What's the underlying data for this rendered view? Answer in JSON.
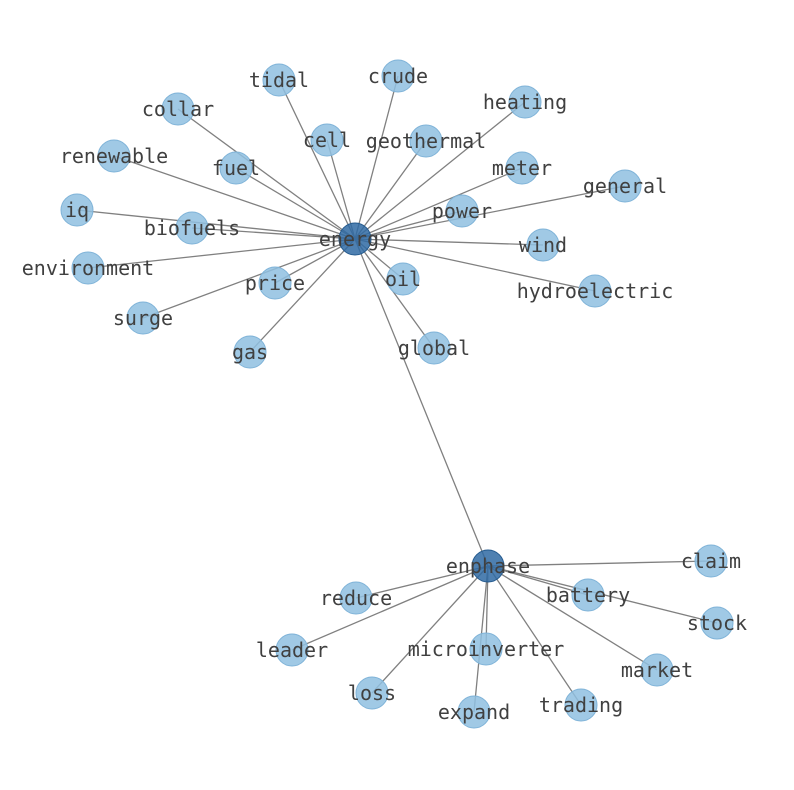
{
  "colors": {
    "hub": "#2f6aa3",
    "leaf": "#8fbfe0",
    "edge": "#808080",
    "label": "#404040"
  },
  "hubs": [
    "energy",
    "enphase"
  ],
  "nodes": [
    {
      "id": "energy",
      "label": "energy",
      "type": "hub"
    },
    {
      "id": "enphase",
      "label": "enphase",
      "type": "hub"
    },
    {
      "id": "crude",
      "label": "crude",
      "type": "leaf"
    },
    {
      "id": "tidal",
      "label": "tidal",
      "type": "leaf"
    },
    {
      "id": "heating",
      "label": "heating",
      "type": "leaf"
    },
    {
      "id": "collar",
      "label": "collar",
      "type": "leaf"
    },
    {
      "id": "cell",
      "label": "cell",
      "type": "leaf"
    },
    {
      "id": "geothermal",
      "label": "geothermal",
      "type": "leaf"
    },
    {
      "id": "renewable",
      "label": "renewable",
      "type": "leaf"
    },
    {
      "id": "fuel",
      "label": "fuel",
      "type": "leaf"
    },
    {
      "id": "meter",
      "label": "meter",
      "type": "leaf"
    },
    {
      "id": "general",
      "label": "general",
      "type": "leaf"
    },
    {
      "id": "iq",
      "label": "iq",
      "type": "leaf"
    },
    {
      "id": "power",
      "label": "power",
      "type": "leaf"
    },
    {
      "id": "biofuels",
      "label": "biofuels",
      "type": "leaf"
    },
    {
      "id": "wind",
      "label": "wind",
      "type": "leaf"
    },
    {
      "id": "environment",
      "label": "environment",
      "type": "leaf"
    },
    {
      "id": "oil",
      "label": "oil",
      "type": "leaf"
    },
    {
      "id": "price",
      "label": "price",
      "type": "leaf"
    },
    {
      "id": "hydroelectric",
      "label": "hydroelectric",
      "type": "leaf"
    },
    {
      "id": "surge",
      "label": "surge",
      "type": "leaf"
    },
    {
      "id": "gas",
      "label": "gas",
      "type": "leaf"
    },
    {
      "id": "global",
      "label": "global",
      "type": "leaf"
    },
    {
      "id": "claim",
      "label": "claim",
      "type": "leaf"
    },
    {
      "id": "reduce",
      "label": "reduce",
      "type": "leaf"
    },
    {
      "id": "battery",
      "label": "battery",
      "type": "leaf"
    },
    {
      "id": "stock",
      "label": "stock",
      "type": "leaf"
    },
    {
      "id": "leader",
      "label": "leader",
      "type": "leaf"
    },
    {
      "id": "microinverter",
      "label": "microinverter",
      "type": "leaf"
    },
    {
      "id": "market",
      "label": "market",
      "type": "leaf"
    },
    {
      "id": "loss",
      "label": "loss",
      "type": "leaf"
    },
    {
      "id": "trading",
      "label": "trading",
      "type": "leaf"
    },
    {
      "id": "expand",
      "label": "expand",
      "type": "leaf"
    }
  ],
  "edges": [
    [
      "energy",
      "crude"
    ],
    [
      "energy",
      "tidal"
    ],
    [
      "energy",
      "heating"
    ],
    [
      "energy",
      "collar"
    ],
    [
      "energy",
      "cell"
    ],
    [
      "energy",
      "geothermal"
    ],
    [
      "energy",
      "renewable"
    ],
    [
      "energy",
      "fuel"
    ],
    [
      "energy",
      "meter"
    ],
    [
      "energy",
      "general"
    ],
    [
      "energy",
      "iq"
    ],
    [
      "energy",
      "power"
    ],
    [
      "energy",
      "biofuels"
    ],
    [
      "energy",
      "wind"
    ],
    [
      "energy",
      "environment"
    ],
    [
      "energy",
      "oil"
    ],
    [
      "energy",
      "price"
    ],
    [
      "energy",
      "hydroelectric"
    ],
    [
      "energy",
      "surge"
    ],
    [
      "energy",
      "gas"
    ],
    [
      "energy",
      "global"
    ],
    [
      "energy",
      "enphase"
    ],
    [
      "enphase",
      "claim"
    ],
    [
      "enphase",
      "reduce"
    ],
    [
      "enphase",
      "battery"
    ],
    [
      "enphase",
      "stock"
    ],
    [
      "enphase",
      "leader"
    ],
    [
      "enphase",
      "microinverter"
    ],
    [
      "enphase",
      "market"
    ],
    [
      "enphase",
      "loss"
    ],
    [
      "enphase",
      "trading"
    ],
    [
      "enphase",
      "expand"
    ]
  ]
}
